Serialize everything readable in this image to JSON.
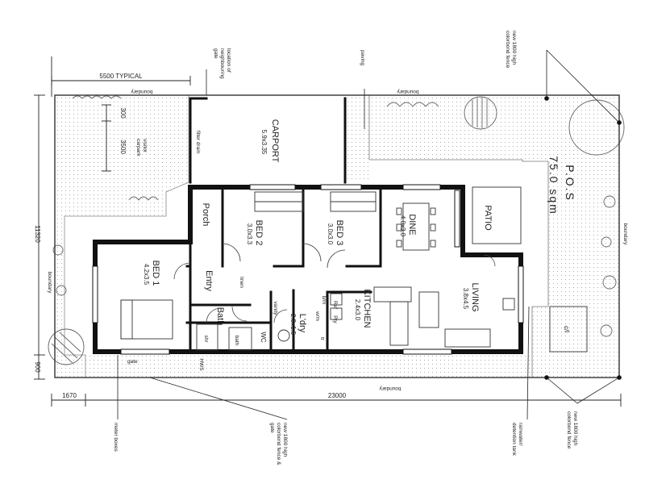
{
  "dimensions": {
    "typical": "5500 TYPICAL",
    "total_width": "23000",
    "left_offset": "1670",
    "total_depth": "11320",
    "bottom_offset": "900",
    "carpark_setback_a": "300",
    "carpark_setback_b": "3500"
  },
  "site_notes": {
    "neighbour_gate": [
      "location of",
      "neighbouring",
      "gate"
    ],
    "paving": "paving",
    "fence_top": [
      "new 1800 high",
      "colorbond fence"
    ],
    "fence_bottom_right": [
      "new 1800 high",
      "colorbond fence"
    ],
    "fence_gate_bottom": [
      "new 1800 high",
      "colorbond fence &",
      "gate"
    ],
    "meter_boxes": "meter boxes",
    "rainwater": [
      "rainwater/",
      "detention tank"
    ],
    "visitor_carpark": [
      "visitor",
      "carpark"
    ],
    "gate": "gate",
    "boundary": "boundary"
  },
  "rooms": {
    "carport_name": "CARPORT",
    "carport_size": "5.9x3.35",
    "filter_drain": "filter drain",
    "porch": "Porch",
    "bed2_name": "BED 2",
    "bed2_size": "3.0x3.3",
    "bed3_name": "BED 3",
    "bed3_size": "3.0x3.0",
    "dine_name": "DINE",
    "dine_size": "4.0x3.0",
    "patio": "PATIO",
    "pos": "P.O.S",
    "pos_area": "75.0  sqm",
    "bed1_name": "BED 1",
    "bed1_size": "4.2x3.5",
    "entry": "Entry",
    "linen": "linen",
    "bath": "Bath",
    "shr": "shr",
    "bath_small": "bath",
    "vanity": "vanity",
    "wc": "WC",
    "ldry": "L'dry",
    "ldry_size": "2.3x1.5",
    "wm": "w/m",
    "tr": "tr",
    "bm": "b/m",
    "ref": "Ref",
    "pty": "Pty",
    "kitchen_name": "KITCHEN",
    "kitchen_size": "2.4x3.0",
    "living_name": "LIVING",
    "living_size": "3.8x4.5",
    "cl": "c/l",
    "hws": "HWS"
  }
}
